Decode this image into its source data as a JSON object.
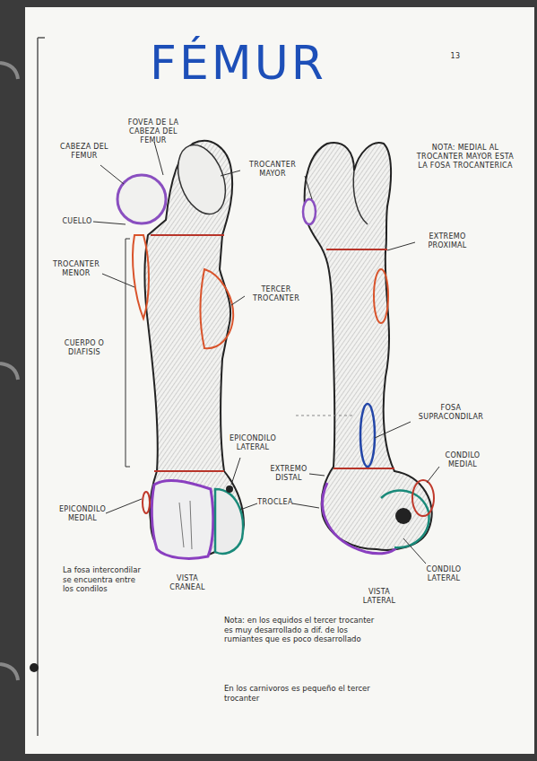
{
  "diagram": {
    "title": "FÉMUR",
    "labels": [
      "13",
      "FOVEA DE LA CABEZA DEL FEMUR",
      "CABEZA DEL FEMUR",
      "TROCANTER MAYOR",
      "NOTA: MEDIAL AL TROCANTER MAYOR ESTA LA FOSA TROCANTERICA",
      "CUELLO",
      "EXTREMO PROXIMAL",
      "TROCANTER MENOR",
      "TERCER TROCANTER",
      "CUERPO O DIAFISIS",
      "FOSA SUPRACONDILAR",
      "EPICONDILO LATERAL",
      "EXTREMO DISTAL",
      "CONDILO MEDIAL",
      "EPICONDILO MEDIAL",
      "TROCLEA",
      "CONDILO LATERAL",
      "La fosa intercondilar se encuentra entre los condilos",
      "VISTA CRANEAL",
      "VISTA LATERAL",
      "Nota: en los equidos el tercer trocanter es muy desarrollado a dif. de los rumiantes que es poco desarrollado",
      "En los carnivoros es pequeño el tercer trocanter"
    ]
  }
}
